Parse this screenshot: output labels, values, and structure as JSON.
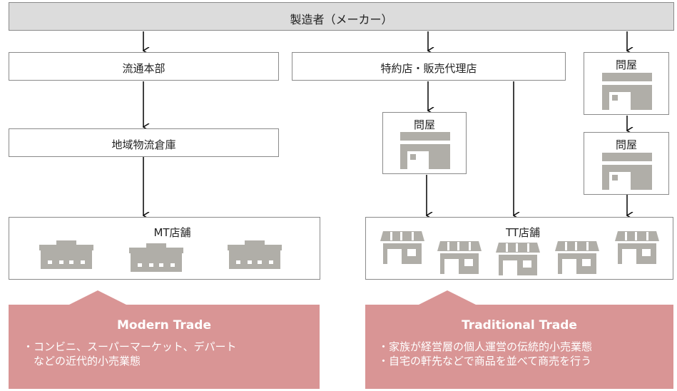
{
  "manufacturer": "製造者（メーカー）",
  "mt_path": {
    "hq": "流通本部",
    "dc": "地域物流倉庫",
    "stores": "MT店舗"
  },
  "tt_path": {
    "agent": "特約店・販売代理店",
    "wholesaler_a": "問屋",
    "wholesaler_b": "問屋",
    "wholesaler_c": "問屋",
    "stores": "TT店舗"
  },
  "modern_trade": {
    "title": "Modern Trade",
    "bullets": [
      "・コンビニ、スーパーマーケット、デパート",
      "　などの近代的小売業態"
    ]
  },
  "traditional_trade": {
    "title": "Traditional Trade",
    "bullets": [
      "・家族が経営層の個人運営の伝統的小売業態",
      "・自宅の軒先などで商品を並べて商売を行う"
    ]
  },
  "colors": {
    "header_fill": "#dcdcdc",
    "icon_gray": "#b0aea8",
    "callout_pink": "#d99595",
    "border": "#8a8a8a"
  },
  "icons": {
    "wholesaler": "warehouse-icon",
    "mt_store": "supermarket-icon",
    "tt_store": "small-shop-icon"
  }
}
